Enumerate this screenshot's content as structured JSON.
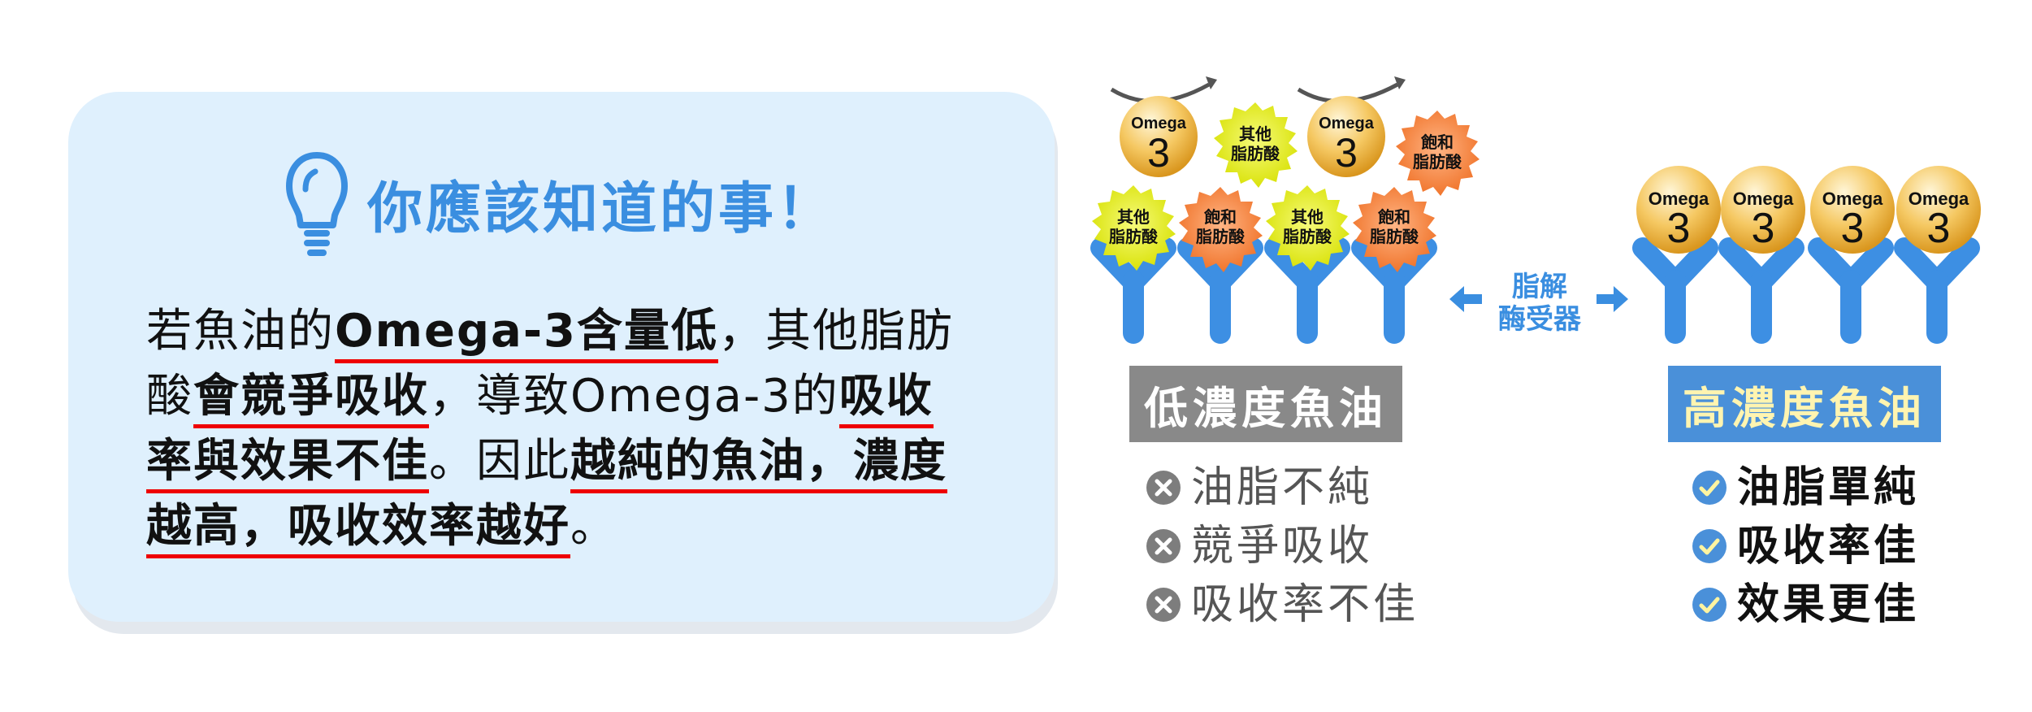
{
  "card": {
    "title": "你應該知道的事！",
    "icon": "lightbulb-icon",
    "lines": [
      [
        {
          "text": "若魚油的",
          "underline": false,
          "bold": false
        },
        {
          "text": "Omega-3含量低",
          "underline": true,
          "bold": true
        },
        {
          "text": "，其他脂肪",
          "underline": false,
          "bold": false
        }
      ],
      [
        {
          "text": "酸",
          "underline": false,
          "bold": false
        },
        {
          "text": "會競爭吸收",
          "underline": true,
          "bold": true
        },
        {
          "text": "，導致Omega-3的",
          "underline": false,
          "bold": false
        },
        {
          "text": "吸收",
          "underline": true,
          "bold": true
        }
      ],
      [
        {
          "text": "率與效果不佳",
          "underline": true,
          "bold": true
        },
        {
          "text": "。因此",
          "underline": false,
          "bold": false
        },
        {
          "text": "越純的魚油，濃度",
          "underline": true,
          "bold": true
        }
      ],
      [
        {
          "text": "越高，吸收效率越好",
          "underline": true,
          "bold": true
        },
        {
          "text": "。",
          "underline": false,
          "bold": false
        }
      ]
    ]
  },
  "diagram": {
    "enzyme_label_line1": "脂解",
    "enzyme_label_line2": "酶受器",
    "molecule_omega_top": "Omega",
    "molecule_omega_num": "3",
    "molecule_other_line1": "其他",
    "molecule_other_line2": "脂肪酸",
    "molecule_saturated_line1": "飽和",
    "molecule_saturated_line2": "脂肪酸",
    "low": {
      "label": "低濃度魚油",
      "items": [
        "油脂不純",
        "競爭吸收",
        "吸收率不佳"
      ],
      "icon": "x-circle-icon"
    },
    "high": {
      "label": "高濃度魚油",
      "items": [
        "油脂單純",
        "吸收率佳",
        "效果更佳"
      ],
      "icon": "check-circle-icon"
    }
  },
  "colors": {
    "card_bg": "#dff0fd",
    "title_blue": "#3a8ee0",
    "underline_red": "#ee0000",
    "receptor_blue": "#3d8fe3",
    "low_box": "#898989",
    "high_box": "#4a90d9",
    "high_label_text": "#fff4b0",
    "omega_gold": "#f0b93a",
    "other_yellow": "#e6ee1c",
    "saturated_orange": "#f48a3e"
  }
}
